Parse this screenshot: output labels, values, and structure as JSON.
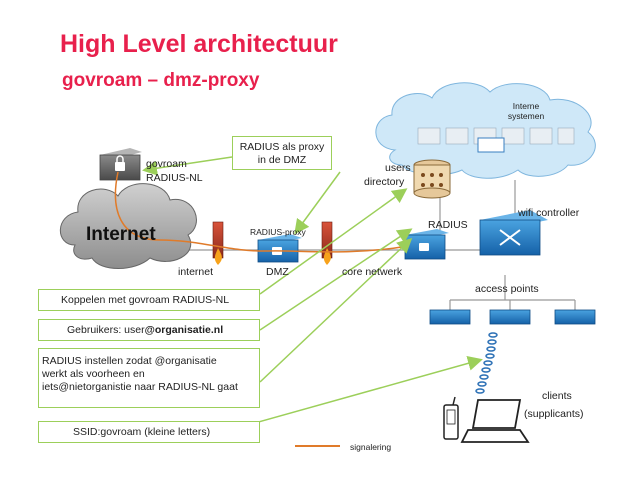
{
  "title": "High Level  architectuur",
  "subtitle": "govroam – dmz-proxy",
  "cloud_internet_label": "Internet",
  "interne_systemen": "Interne systemen",
  "labels": {
    "govroam_radius_nl": [
      "govroam",
      "RADIUS-NL"
    ],
    "radius_proxy_callout": [
      "RADIUS als proxy",
      "in de DMZ"
    ],
    "users_directory": [
      "users",
      "directory"
    ],
    "radius_proxy_device": "RADIUS-proxy",
    "radius": "RADIUS",
    "wifi_controller": "wifi controller",
    "internet": "internet",
    "dmz": "DMZ",
    "core_netwerk": "core netwerk",
    "access_points": "access  points",
    "clients": [
      "clients",
      "(supplicants)"
    ],
    "signalering": "signalering"
  },
  "boxes": {
    "koppelen": "Koppelen met govroam RADIUS-NL",
    "gebruikers_prefix": "Gebruikers: user",
    "gebruikers_bold": "@organisatie.nl",
    "radius_instellen": [
      "RADIUS instellen zodat @organisatie",
      "werkt als voorheen en",
      "iets@nietorganistie naar RADIUS-NL gaat"
    ],
    "ssid": "SSID:govroam (kleine letters)"
  },
  "colors": {
    "title": "#e8204c",
    "box_border": "#9ccf5a",
    "arrow": "#9ccf5a",
    "signal": "#e07b2a",
    "device": "#1e6fb8",
    "network_line": "#999999"
  }
}
